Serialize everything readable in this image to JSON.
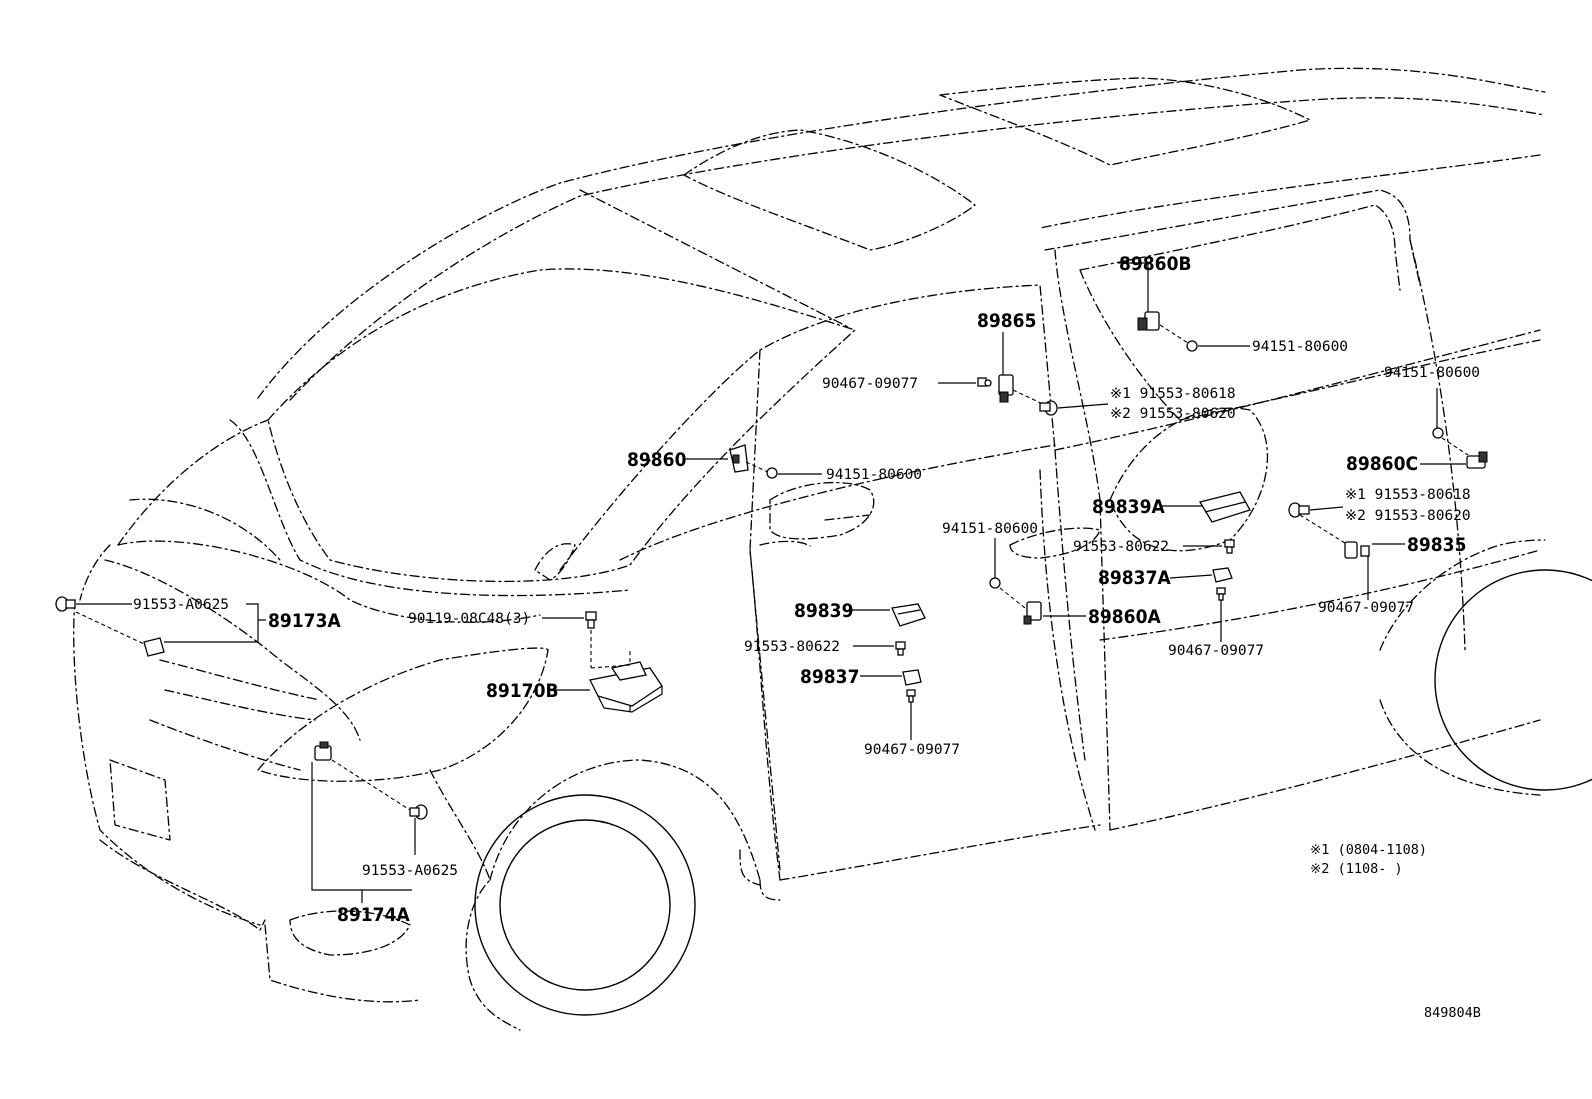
{
  "diagram_code": "849804B",
  "labels": {
    "p89860B": "89860B",
    "p94151_a": "94151-80600",
    "p89865": "89865",
    "p90467_a": "90467-09077",
    "p91553_80618_a": "※1 91553-80618",
    "p91553_80620_a": "※2 91553-80620",
    "p94151_b": "94151-80600",
    "p89860": "89860",
    "p94151_c": "94151-80600",
    "p89860C": "89860C",
    "p89839A": "89839A",
    "p91553_80618_b": "※1 91553-80618",
    "p91553_80620_b": "※2 91553-80620",
    "p94151_d": "94151-80600",
    "p91553_80622_a": "91553-80622",
    "p89835": "89835",
    "p89837A": "89837A",
    "p90467_b": "90467-09077",
    "p91553_A0625_a": "91553-A0625",
    "p89173A": "89173A",
    "p90119": "90119-08C48(3)",
    "p89839": "89839",
    "p89860A": "89860A",
    "p91553_80622_b": "91553-80622",
    "p90467_c": "90467-09077",
    "p89837": "89837",
    "p89170B": "89170B",
    "p90467_d": "90467-09077",
    "p91553_A0625_b": "91553-A0625",
    "p89174A": "89174A"
  },
  "notes": {
    "n1": "※1 (0804-1108)",
    "n2": "※2 (1108-      )"
  }
}
